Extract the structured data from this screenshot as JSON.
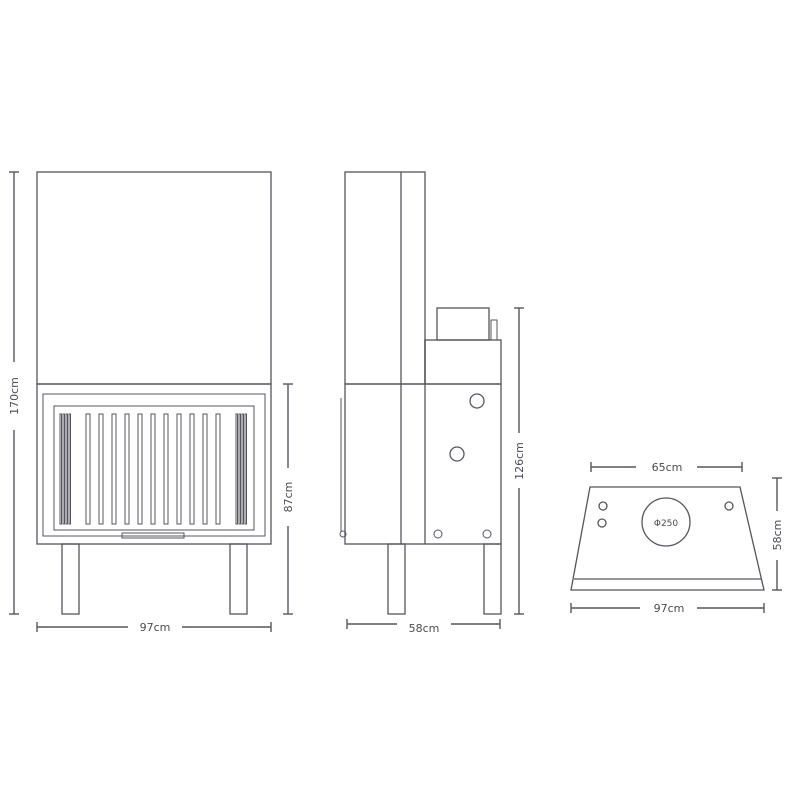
{
  "front_view": {
    "height_label": "170cm",
    "firebox_height_label": "87cm",
    "width_label": "97cm"
  },
  "side_view": {
    "height_label": "126cm",
    "depth_label": "58cm"
  },
  "top_view": {
    "back_width_label": "65cm",
    "front_width_label": "97cm",
    "depth_label": "58cm",
    "flue_label": "Φ250"
  },
  "colors": {
    "line": "#55555f",
    "text": "#4a4a55",
    "background": "#ffffff"
  }
}
